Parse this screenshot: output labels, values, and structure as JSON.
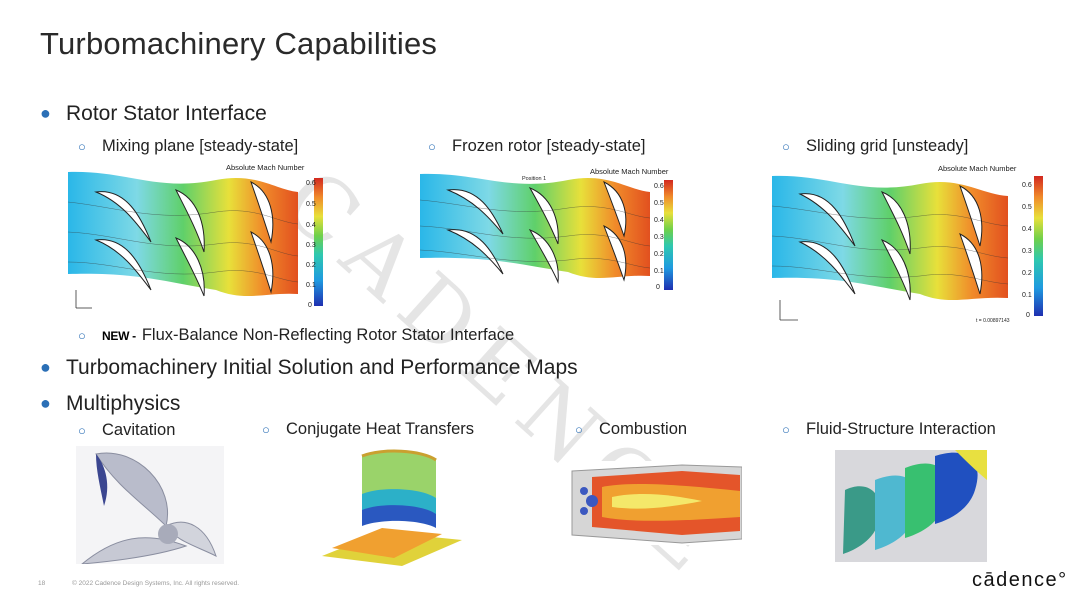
{
  "title": "Turbomachinery  Capabilities",
  "bullets": {
    "rotor_stator": "Rotor Stator Interface",
    "initial_solution": "Turbomachinery Initial Solution and Performance Maps",
    "multiphysics": "Multiphysics"
  },
  "rotor_items": {
    "mixing_plane": "Mixing plane [steady-state]",
    "frozen_rotor": "Frozen rotor [steady-state]",
    "sliding_grid": "Sliding grid [unsteady]",
    "new_tag": "NEW -",
    "flux_balance": "Flux-Balance  Non-Reflecting  Rotor Stator Interface"
  },
  "cfd_plots": {
    "colorbar_title": "Absolute Mach Number",
    "ticks": [
      "0.6",
      "0.5",
      "0.4",
      "0.3",
      "0.2",
      "0.1",
      "0"
    ],
    "position_label": "Position 1",
    "time_label": "t = 0.00897143"
  },
  "multiphysics_items": {
    "cavitation": "Cavitation",
    "conjugate": "Conjugate  Heat Transfers",
    "combustion": "Combustion",
    "fsi": "Fluid-Structure  Interaction"
  },
  "footer": {
    "page_number": "18",
    "copyright": "© 2022 Cadence Design Systems, Inc. All rights reserved.",
    "logo": "cādence°"
  },
  "watermark": "CADENCE",
  "colors": {
    "bullet_accent": "#2b6fb6",
    "title": "#2a2a2a"
  }
}
